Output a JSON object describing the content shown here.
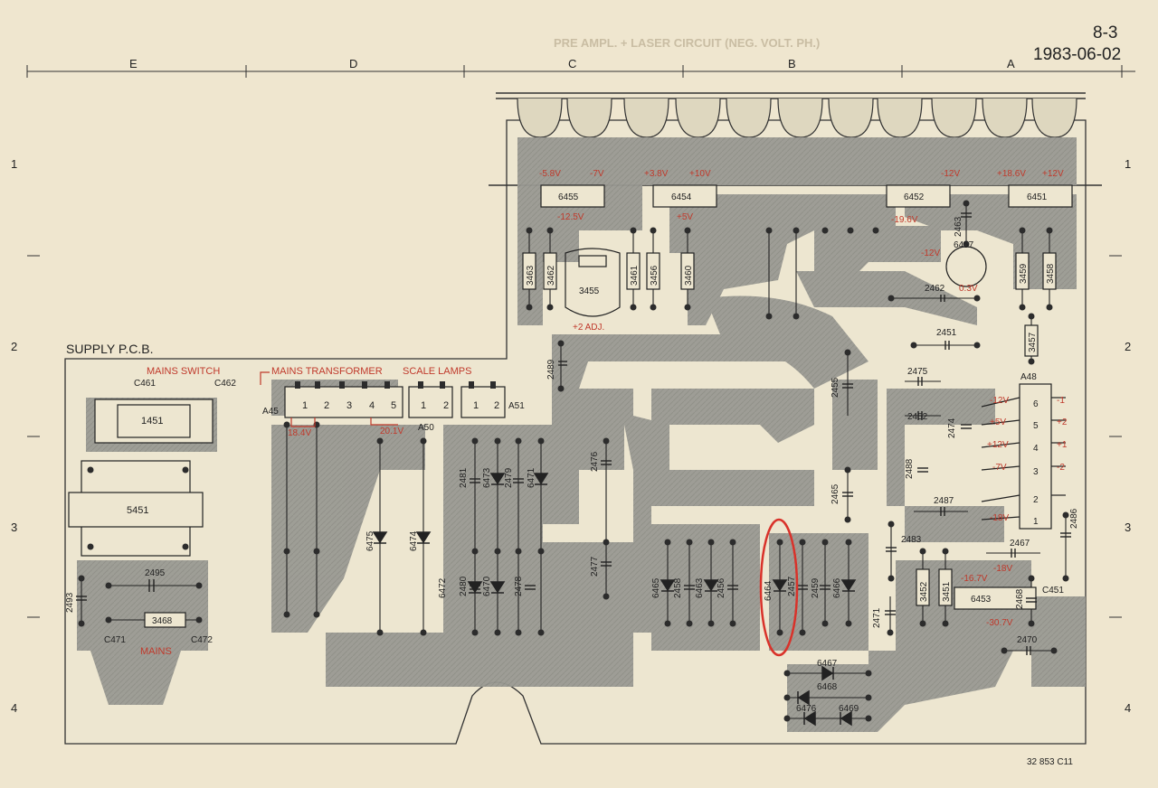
{
  "header": {
    "page": "8-3",
    "date": "1983-06-02",
    "faded_title": "PRE AMPL. + LASER CIRCUIT (NEG. VOLT. PH.)"
  },
  "grid": {
    "columns": [
      "E",
      "D",
      "C",
      "B",
      "A"
    ],
    "rows": [
      "1",
      "2",
      "3",
      "4"
    ]
  },
  "supply_pcb": {
    "title": "SUPPLY  P.C.B.",
    "mains_switch": "MAINS SWITCH",
    "mains_transformer": "MAINS TRANSFORMER",
    "scale_lamps": "SCALE LAMPS",
    "mains": "MAINS",
    "v_18_4": "18.4V",
    "v_20": "20.1V"
  },
  "labels": {
    "c461": "C461",
    "c462": "C462",
    "p1451": "1451",
    "p5451": "5451",
    "c2495": "2495",
    "c2493": "2493",
    "r3468": "3468",
    "c471": "C471",
    "c472": "C472",
    "a45": "A45",
    "a50": "A50",
    "a51": "A51",
    "d6475": "6475",
    "d6474": "6474",
    "c2481": "2481",
    "d6473": "6473",
    "d2479": "2479",
    "d6471": "6471",
    "d6472": "6472",
    "c2480": "2480",
    "d6470": "6470",
    "c2478": "2478",
    "c2489": "2489",
    "c2476": "2476",
    "c2477": "2477",
    "d6465": "6465",
    "c2458": "2458",
    "d6463": "6463",
    "c2456": "2456",
    "d6464": "6464",
    "c2457": "2457",
    "c2459": "2459",
    "d6466": "6466",
    "d6467": "6467",
    "d6468": "6468",
    "d6476": "6476",
    "d6469": "6469",
    "c2455": "2455",
    "c2465": "2465",
    "c2471": "2471",
    "ic6455": "6455",
    "ic6454": "6454",
    "ic6452": "6452",
    "ic6451": "6451",
    "r3463": "3463",
    "r3462": "3462",
    "p3455": "3455",
    "r3461": "3461",
    "r3456": "3456",
    "r3460": "3460",
    "adj": "+2  ADJ.",
    "c2463": "2463",
    "t6457": "6457",
    "c2462": "2462",
    "r3459": "3459",
    "r3458": "3458",
    "c2451": "2451",
    "r3457": "3457",
    "c2475": "2475",
    "c2452": "2452",
    "c2474": "2474",
    "a48": "A48",
    "c2488": "2488",
    "c2487": "2487",
    "c2483": "2483",
    "r3452": "3452",
    "r3451": "3451",
    "ic6453": "6453",
    "c2467": "2467",
    "c2468": "2468",
    "c451": "C451",
    "c2486": "2486",
    "c2470": "2470",
    "doc_no": "32 853  C11"
  },
  "voltages": {
    "v1": "-5.8V",
    "v2": "-7V",
    "v3": "-12.5V",
    "v4": "+3.8V",
    "v5": "+10V",
    "v6": "+5V",
    "v7": "-12V",
    "v8": "-19.6V",
    "v9": "+18.6V",
    "v10": "+12V",
    "v11": "-12V",
    "v12": "0.3V",
    "v13": "-16.7V",
    "v14": "-30.7V",
    "v15": "-18V"
  },
  "a48_pins": {
    "left": [
      "-12V",
      "+5V",
      "+12V",
      "-7V",
      "",
      "-18V"
    ],
    "right": [
      "-1",
      "+2",
      "+1",
      "-2",
      "",
      ""
    ],
    "nums": [
      "6",
      "5",
      "4",
      "3",
      "2",
      "1"
    ]
  },
  "colors": {
    "paper": "#efe6cf",
    "track": "#9a9a93",
    "annotation": "#c0392b",
    "ink": "#222222",
    "highlight": "#d9322a"
  }
}
